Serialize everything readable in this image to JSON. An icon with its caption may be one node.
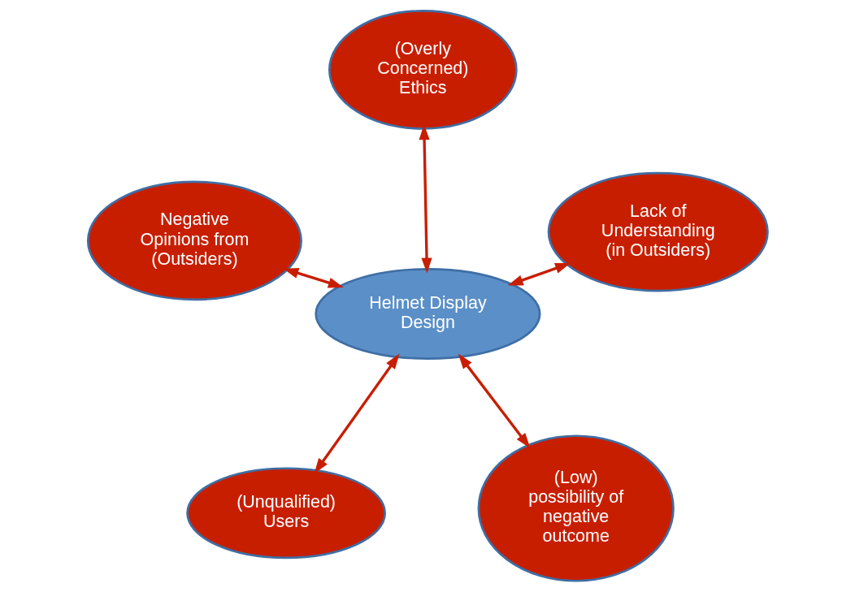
{
  "diagram": {
    "nodes": [
      {
        "text": [
          "(Unqualified) Users"
        ]
      },
      {
        "text": [
          "(Low) possibility of negative outcome"
        ]
      },
      {
        "text": [
          "Helmet Display Design"
        ]
      },
      {
        "text": [
          "(Overly Concerned) Ethics"
        ]
      },
      {
        "text": [
          "Lack of Understanding (in Outsiders)"
        ]
      },
      {
        "text": [
          "Negative Opinions from (Outsiders)"
        ]
      }
    ],
    "edges": [
      {
        "from": 2,
        "to": 0,
        "arrow": "both"
      },
      {
        "from": 2,
        "to": 1,
        "arrow": "both"
      },
      {
        "from": 2,
        "to": 3,
        "arrow": "both"
      },
      {
        "from": 2,
        "to": 4,
        "arrow": "both"
      },
      {
        "from": 2,
        "to": 5,
        "arrow": "both"
      }
    ]
  }
}
